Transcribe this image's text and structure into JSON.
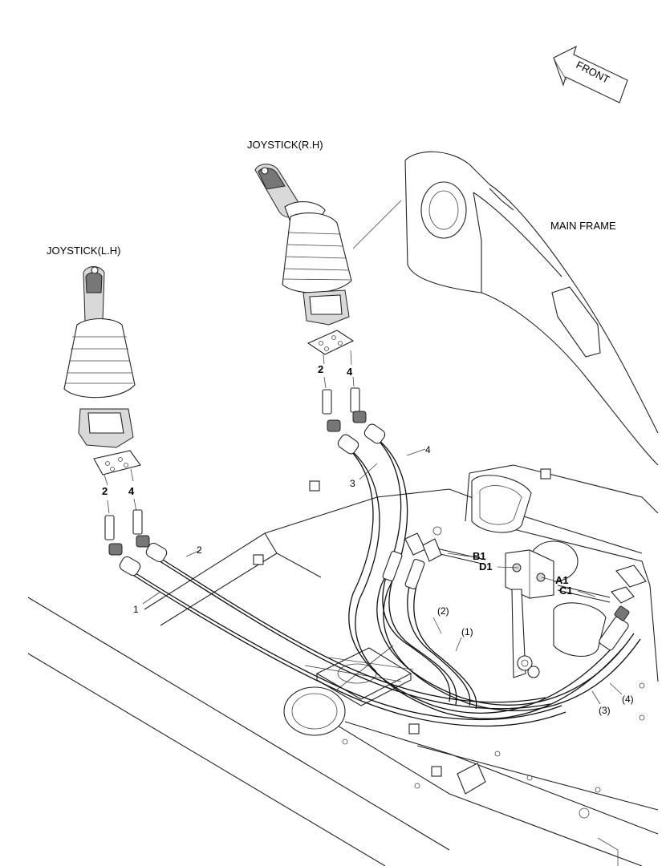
{
  "labels": {
    "front": "FRONT",
    "joystick_rh": "JOYSTICK(R.H)",
    "joystick_lh": "JOYSTICK(L.H)",
    "main_frame": "MAIN FRAME"
  },
  "ports_lh": [
    "2",
    "4"
  ],
  "ports_rh": [
    "2",
    "4"
  ],
  "hoses": [
    "1",
    "2",
    "3",
    "4"
  ],
  "hoses_paren": [
    "(1)",
    "(2)",
    "(3)",
    "(4)"
  ],
  "valve_ports": [
    "B1",
    "D1",
    "A1",
    "C1"
  ]
}
